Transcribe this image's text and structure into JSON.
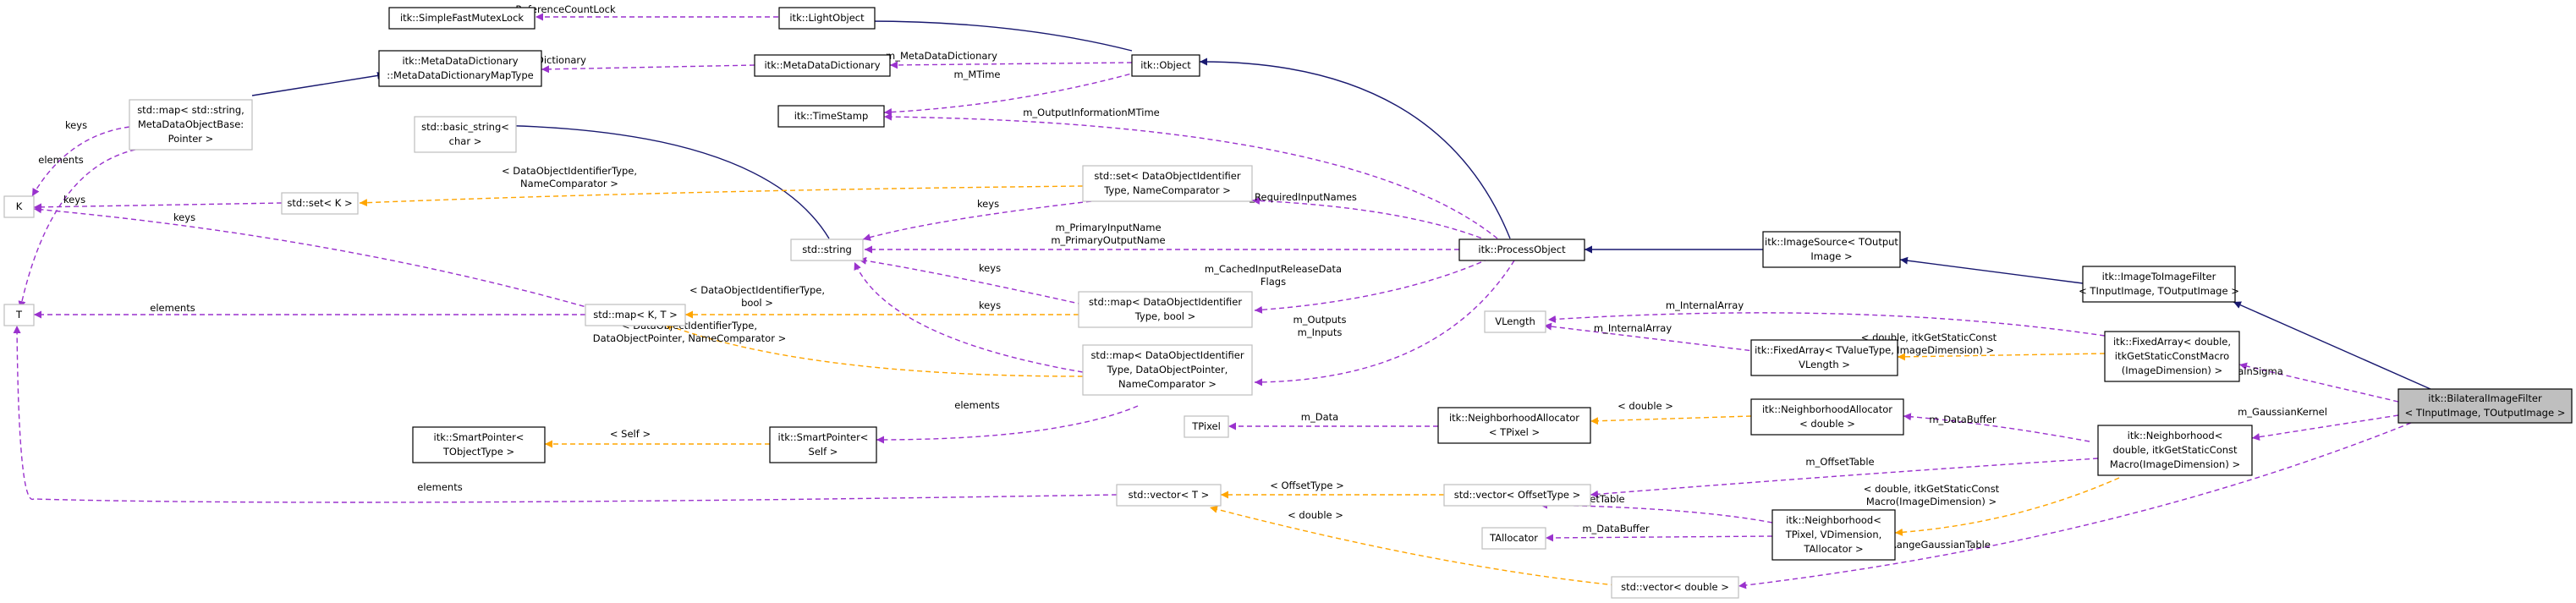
{
  "colors": {
    "inherit": "#191970",
    "usage": "#9a32cd",
    "template": "#ffa500",
    "focus_fill": "#bfbfbf",
    "grey_border": "#bfbfbf"
  },
  "nodes": {
    "sfmutex": [
      "itk::SimpleFastMutexLock"
    ],
    "lightobject": [
      "itk::LightObject"
    ],
    "mdd": [
      "itk::MetaDataDictionary"
    ],
    "object": [
      "itk::Object"
    ],
    "mddmaptype": [
      "itk::MetaDataDictionary",
      "::MetaDataDictionaryMapType"
    ],
    "timestamp": [
      "itk::TimeStamp"
    ],
    "stdmap_string": [
      "std::map< std::string,",
      "MetaDataObjectBase:",
      "Pointer >"
    ],
    "basic_string": [
      "std::basic_string<",
      "char >"
    ],
    "K": [
      "K"
    ],
    "stdset_K": [
      "std::set< K >"
    ],
    "stdset_doi": [
      "std::set< DataObjectIdentifier",
      "Type, NameComparator >"
    ],
    "stdstring": [
      "std::string"
    ],
    "processobject": [
      "itk::ProcessObject"
    ],
    "imagesource": [
      "itk::ImageSource< TOutput",
      "Image >"
    ],
    "imagetoimage": [
      "itk::ImageToImageFilter",
      "< TInputImage, TOutputImage >"
    ],
    "T": [
      "T"
    ],
    "stdmap_KT": [
      "std::map< K, T >"
    ],
    "stdmap_doi_bool": [
      "std::map< DataObjectIdentifier",
      "Type, bool >"
    ],
    "stdmap_doi_ptr": [
      "std::map< DataObjectIdentifier",
      "Type, DataObjectPointer,",
      "NameComparator >"
    ],
    "vlength": [
      "VLength"
    ],
    "fixedarray_tv": [
      "itk::FixedArray< TValueType,",
      "VLength >"
    ],
    "fixedarray_d": [
      "itk::FixedArray< double,",
      "itkGetStaticConstMacro",
      "(ImageDimension) >"
    ],
    "bilateral": [
      "itk::BilateralImageFilter",
      "< TInputImage, TOutputImage >"
    ],
    "tpixel": [
      "TPixel"
    ],
    "nalloc_tp": [
      "itk::NeighborhoodAllocator",
      "< TPixel >"
    ],
    "nalloc_d": [
      "itk::NeighborhoodAllocator",
      "< double >"
    ],
    "neighborhood_d": [
      "itk::Neighborhood<",
      "double, itkGetStaticConst",
      "Macro(ImageDimension) >"
    ],
    "smartptr_obj": [
      "itk::SmartPointer<",
      "TObjectType >"
    ],
    "smartptr_self": [
      "itk::SmartPointer<",
      "Self >"
    ],
    "stdvector_T": [
      "std::vector< T >"
    ],
    "stdvector_offset": [
      "std::vector< OffsetType >"
    ],
    "tallocator": [
      "TAllocator"
    ],
    "neighborhood_tp": [
      "itk::Neighborhood<",
      "TPixel, VDimension,",
      "TAllocator >"
    ],
    "stdvector_double": [
      "std::vector< double >"
    ]
  },
  "edge_labels": {
    "m_ReferenceCountLock": [
      "m_ReferenceCountLock"
    ],
    "m_Dictionary": [
      "m_Dictionary"
    ],
    "m_MetaDataDictionary": [
      "m_MetaDataDictionary"
    ],
    "m_MTime": [
      "m_MTime"
    ],
    "m_OutputInformationMTime": [
      "m_OutputInformationMTime"
    ],
    "keys_stdmap": [
      "keys"
    ],
    "elements_stdmap": [
      "elements"
    ],
    "keys_set": [
      "keys"
    ],
    "doi_namecomp": [
      "< DataObjectIdentifierType,",
      "NameComparator >"
    ],
    "keys_from_set_doi": [
      "keys"
    ],
    "m_RequiredInputNames": [
      "m_RequiredInputNames"
    ],
    "m_PrimaryIO": [
      "m_PrimaryInputName",
      "m_PrimaryOutputName"
    ],
    "keys_KT": [
      "keys"
    ],
    "keys_doi_bool_1": [
      "keys"
    ],
    "keys_doi_bool_2": [
      "keys"
    ],
    "doi_bool_tmpl": [
      "< DataObjectIdentifierType,",
      "bool >"
    ],
    "m_CachedInput": [
      "m_CachedInputReleaseData",
      "Flags"
    ],
    "elements_T": [
      "elements"
    ],
    "doi_ptr_tmpl": [
      "< DataObjectIdentifierType,",
      "DataObjectPointer, NameComparator >"
    ],
    "m_OutputsInputs": [
      "m_Outputs",
      "m_Inputs"
    ],
    "m_InternalArray_1": [
      "m_InternalArray"
    ],
    "m_InternalArray_2": [
      "m_InternalArray"
    ],
    "fixed_tmpl": [
      "< double, itkGetStaticConst",
      "Macro(ImageDimension) >"
    ],
    "m_DomainSigma": [
      "m_DomainSigma"
    ],
    "elements_smart": [
      "elements"
    ],
    "self_tmpl": [
      "< Self >"
    ],
    "m_Data": [
      "m_Data"
    ],
    "nalloc_double_tmpl": [
      "< double >"
    ],
    "m_DataBuffer_1": [
      "m_DataBuffer"
    ],
    "m_GaussianKernel": [
      "m_GaussianKernel"
    ],
    "elements_vector": [
      "elements"
    ],
    "offsettype_tmpl": [
      "< OffsetType >"
    ],
    "m_OffsetTable_1": [
      "m_OffsetTable"
    ],
    "m_OffsetTable_2": [
      "m_OffsetTable"
    ],
    "neigh_double_tmpl": [
      "< double, itkGetStaticConst",
      "Macro(ImageDimension) >"
    ],
    "double_tmpl": [
      "< double >"
    ],
    "m_DataBuffer_2": [
      "m_DataBuffer"
    ],
    "m_RangeGaussianTable": [
      "m_RangeGaussianTable"
    ]
  }
}
